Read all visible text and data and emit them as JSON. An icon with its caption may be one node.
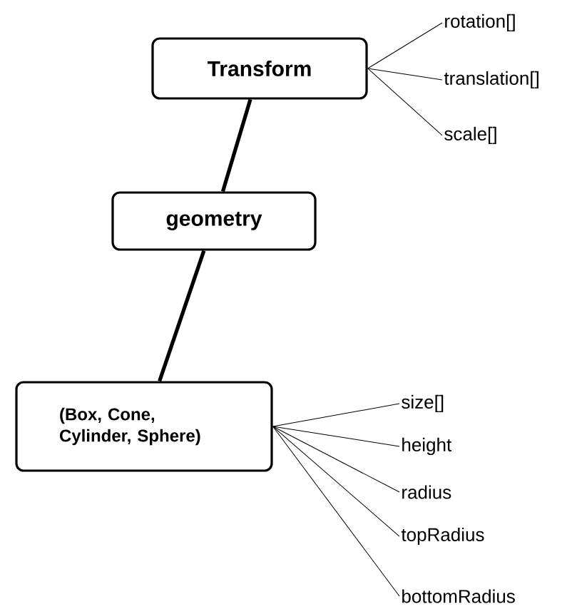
{
  "diagram": {
    "nodes": [
      {
        "text": [
          "Transform"
        ]
      },
      {
        "text": [
          "rotation[]"
        ]
      },
      {
        "text": [
          "translation[]"
        ]
      },
      {
        "text": [
          "scale[]"
        ]
      },
      {
        "text": [
          "geometry"
        ]
      },
      {
        "text": [
          "(Box, Cone, Cylinder, Sphere)"
        ]
      },
      {
        "text": [
          "size[]"
        ]
      },
      {
        "text": [
          "height"
        ]
      },
      {
        "text": [
          "radius"
        ]
      },
      {
        "text": [
          "topRadius"
        ]
      },
      {
        "text": [
          "bottomRadius"
        ]
      }
    ],
    "edges": [
      {
        "from": 0,
        "to": 4,
        "arrow": "none",
        "style": "thick"
      },
      {
        "from": 4,
        "to": 5,
        "arrow": "none",
        "style": "thick"
      },
      {
        "from": 0,
        "to": 1,
        "arrow": "none"
      },
      {
        "from": 0,
        "to": 2,
        "arrow": "none"
      },
      {
        "from": 0,
        "to": 3,
        "arrow": "none"
      },
      {
        "from": 5,
        "to": 6,
        "arrow": "none"
      },
      {
        "from": 5,
        "to": 7,
        "arrow": "none"
      },
      {
        "from": 5,
        "to": 8,
        "arrow": "none"
      },
      {
        "from": 5,
        "to": 9,
        "arrow": "none"
      },
      {
        "from": 5,
        "to": 10,
        "arrow": "none"
      }
    ]
  }
}
